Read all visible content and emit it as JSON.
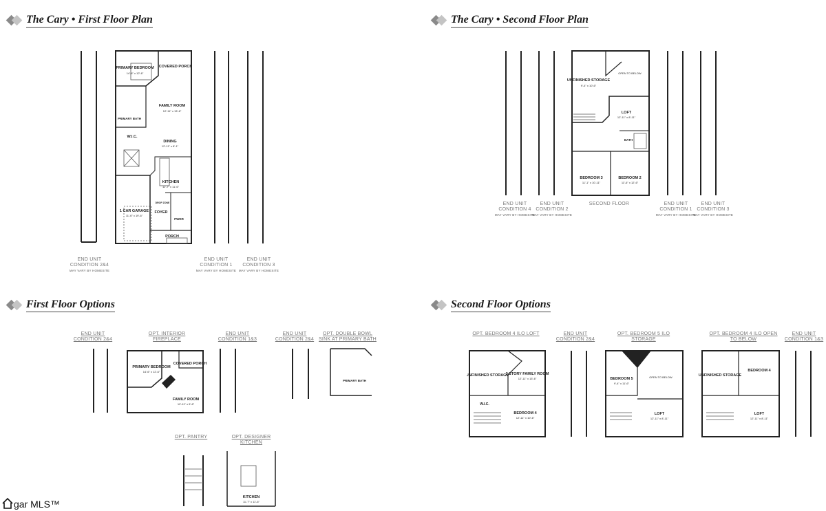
{
  "headers": {
    "first_floor_plan": "The Cary • First Floor Plan",
    "second_floor_plan": "The Cary • Second Floor Plan",
    "first_floor_options": "First Floor Options",
    "second_floor_options": "Second Floor Options"
  },
  "first_floor": {
    "caption_left": "END UNIT CONDITION 2&4",
    "caption_right_1": "END UNIT CONDITION 1",
    "caption_right_3": "END UNIT CONDITION 3",
    "subnote": "MAY VARY BY HOMESITE",
    "rooms": {
      "primary_bedroom": "PRIMARY BEDROOM",
      "primary_bedroom_dim": "14'-6\" x 12'-6\"",
      "covered_porch": "COVERED PORCH",
      "family_room": "FAMILY ROOM",
      "family_room_dim": "12'-11\" x 13'-6\"",
      "primary_bath": "PRIMARY BATH",
      "wic": "W.I.C.",
      "dining": "DINING",
      "dining_dim": "12'-11\" x 8'-1\"",
      "kitchen": "KITCHEN",
      "kitchen_dim": "11'-7\" x 11'-6\"",
      "garage": "1 CAR GARAGE",
      "garage_dim": "11'-6\" x 19'-6\"",
      "foyer": "FOYER",
      "pwdr": "PWDR",
      "porch": "PORCH",
      "drop_zone": "DROP ZONE"
    }
  },
  "second_floor": {
    "caption_cond4": "END UNIT CONDITION 4",
    "caption_cond2": "END UNIT CONDITION 2",
    "caption_main": "SECOND FLOOR",
    "caption_cond1": "END UNIT CONDITION 1",
    "caption_cond3": "END UNIT CONDITION 3",
    "subnote": "MAY VARY BY HOMESITE",
    "rooms": {
      "unfinished_storage": "UNFINISHED STORAGE",
      "unfinished_storage_dim": "9'-4\" x 10'-6\"",
      "open_to_below": "OPEN TO BELOW",
      "loft": "LOFT",
      "loft_dim": "12'-11\" x 8'-11\"",
      "bath": "BATH",
      "bedroom3": "BEDROOM 3",
      "bedroom3_dim": "11'-1\" x 10'-11\"",
      "bedroom2": "BEDROOM 2",
      "bedroom2_dim": "11'-6\" x 12'-6\""
    }
  },
  "first_options": {
    "cond24": "END UNIT CONDITION 2&4",
    "fireplace": "OPT. INTERIOR FIREPLACE",
    "cond13": "END UNIT CONDITION 1&3",
    "cond24b": "END UNIT CONDITION 2&4",
    "double_sink": "OPT. DOUBLE BOWL SINK AT PRIMARY BATH",
    "pantry": "OPT. PANTRY",
    "designer_kitchen": "OPT. DESIGNER KITCHEN",
    "rooms": {
      "primary_bedroom": "PRIMARY BEDROOM",
      "primary_bedroom_dim": "14'-6\" x 12'-6\"",
      "covered_porch": "COVERED PORCH",
      "family_room": "FAMILY ROOM",
      "family_room_dim": "12'-11\" x 9'-6\"",
      "primary_bath": "PRIMARY BATH",
      "kitchen": "KITCHEN",
      "kitchen_dim": "11'-7\" x 11'-6\""
    }
  },
  "second_options": {
    "bed4_loft": "OPT. BEDROOM 4 ILO LOFT",
    "cond24": "END UNIT CONDITION 2&4",
    "bed5_storage": "OPT. BEDROOM 5 ILO STORAGE",
    "bed4_open": "OPT. BEDROOM 4 ILO OPEN TO BELOW",
    "cond13": "END UNIT CONDITION 1&3",
    "rooms": {
      "unfinished_storage": "UNFINISHED STORAGE",
      "two_story_family": "2 STORY FAMILY ROOM",
      "two_story_family_dim": "12'-11\" x 13'-6\"",
      "wic": "W.I.C.",
      "bedroom4": "BEDROOM 4",
      "bedroom4_dim": "12'-11\" x 10'-6\"",
      "bedroom5": "BEDROOM 5",
      "bedroom5_dim": "9'-4\" x 11'-6\"",
      "open_to_below": "OPEN TO BELOW",
      "loft": "LOFT",
      "loft_dim": "12'-11\" x 8'-11\""
    }
  },
  "branding": {
    "logo_text": "gar MLS™",
    "logo_icon": "house-icon"
  }
}
